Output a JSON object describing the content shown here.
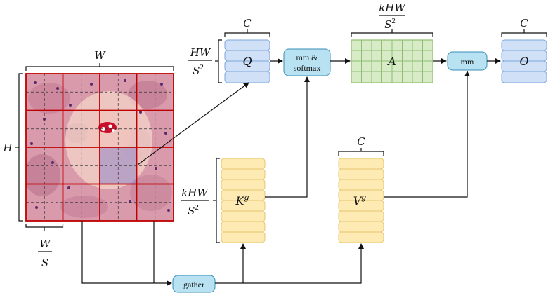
{
  "colors": {
    "q_fill": "#cfe0f7",
    "q_stroke": "#7ea6dc",
    "k_fill": "#fdebb3",
    "k_stroke": "#e7c66d",
    "a_fill": "#d7ebc6",
    "a_stroke": "#8fbe72",
    "op_fill": "#b8e2f2",
    "op_stroke": "#3a8fb7",
    "grid_red": "#c00000",
    "arrow": "#111111"
  },
  "image": {
    "width_label": "W",
    "height_label": "H",
    "patch_label_num": "W",
    "patch_label_den": "S"
  },
  "query": {
    "label": "Q",
    "channels_label": "C",
    "rows_num": "HW",
    "rows_den": "S",
    "rows_den_exp": "2"
  },
  "key": {
    "label": "K",
    "sup": "g",
    "rows_num": "kHW",
    "rows_den": "S",
    "rows_den_exp": "2"
  },
  "value": {
    "label": "V",
    "sup": "g",
    "channels_label": "C"
  },
  "attention": {
    "label": "A",
    "cols_num": "kHW",
    "cols_den": "S",
    "cols_den_exp": "2"
  },
  "output": {
    "label": "O",
    "channels_label": "C"
  },
  "ops": {
    "mm_softmax_line1": "mm &",
    "mm_softmax_line2": "softmax",
    "mm": "mm",
    "gather": "gather"
  }
}
